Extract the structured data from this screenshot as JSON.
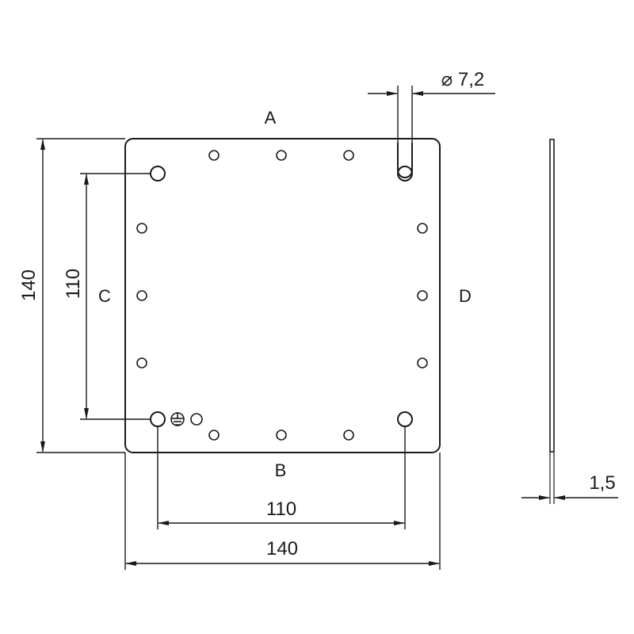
{
  "drawing": {
    "labels": {
      "top": "A",
      "bottom": "B",
      "left": "C",
      "right": "D"
    },
    "dimensions": {
      "bottom_outer": "140",
      "bottom_inner": "110",
      "left_outer": "140",
      "left_inner": "110",
      "hole_diameter": "⌀ 7,2",
      "thickness": "1,5"
    },
    "symbols": {
      "ground": "ground-symbol"
    }
  }
}
